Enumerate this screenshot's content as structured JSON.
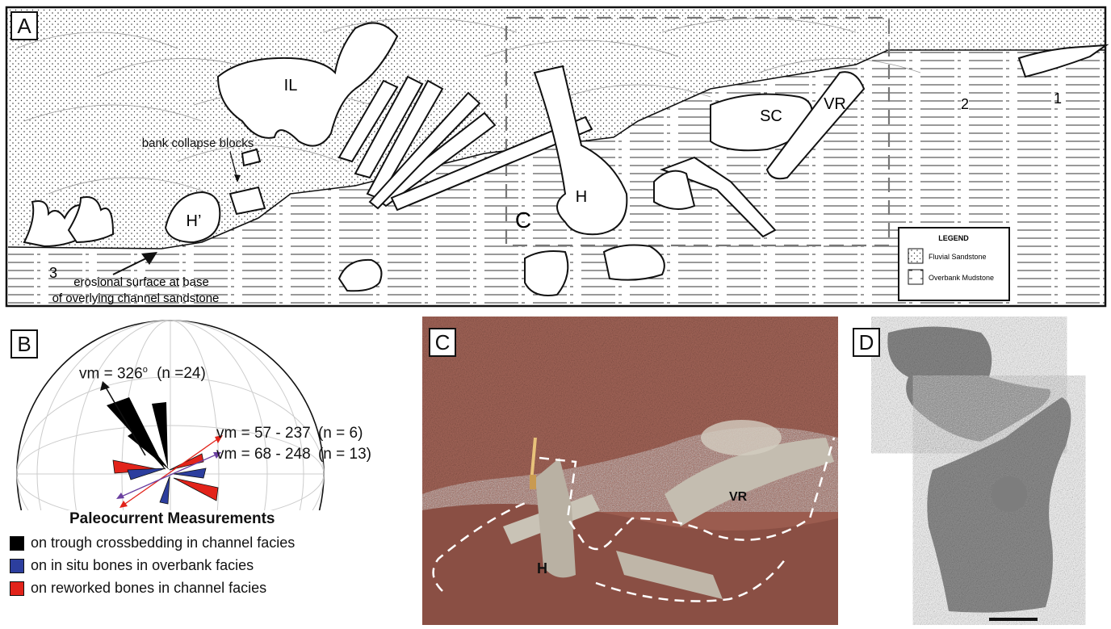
{
  "panels": {
    "a": "A",
    "b": "B",
    "c": "C",
    "d": "D"
  },
  "panel_a": {
    "bone_labels": {
      "il": "IL",
      "h": "H",
      "h_prime": "H’",
      "sc": "SC",
      "vr": "VR",
      "c_mark": "C",
      "n1": "1",
      "n2": "2",
      "n3": "3"
    },
    "annotations": {
      "bank_collapse": "bank collapse blocks",
      "erosional_1": "erosional surface at base",
      "erosional_2": "of overlying channel sandstone"
    },
    "legend": {
      "title": "LEGEND",
      "fluvial": "Fluvial Sandstone",
      "overbank": "Overbank Mudstone"
    }
  },
  "panel_b": {
    "vm1_main": "vm = 326",
    "vm1_n": "(n =24)",
    "vm2_main": "vm = 57 - 237",
    "vm2_n": "(n = 6)",
    "vm3_main": "vm = 68 - 248",
    "vm3_n": "(n = 13)",
    "degree": "o",
    "legend_title": "Paleocurrent Measurements",
    "legend_items": [
      {
        "label": "on trough crossbedding in channel facies",
        "color": "#000000"
      },
      {
        "label": "on in situ bones in overbank facies",
        "color": "#2c3e9e"
      },
      {
        "label": "on reworked bones in channel facies",
        "color": "#e2231a"
      }
    ]
  },
  "panel_c": {
    "h": "H",
    "vr": "VR"
  },
  "colors": {
    "photo_rock": "#9b5c4f",
    "bone_gray": "#8e8e8e",
    "blue": "#2c3e9e",
    "red": "#e2231a",
    "purple": "#6a3fa0"
  }
}
